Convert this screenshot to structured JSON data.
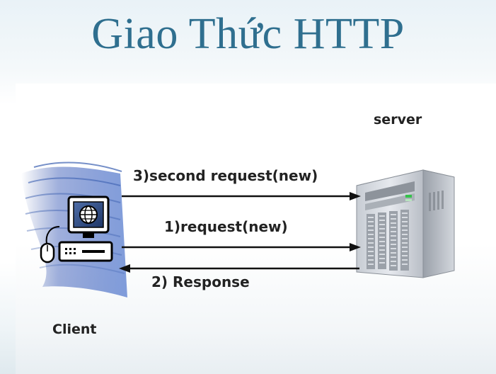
{
  "title": "Giao Thức HTTP",
  "nodes": {
    "server_label": "server",
    "client_label": "Client"
  },
  "arrows": {
    "second_request": "3)second request(new)",
    "request": "1)request(new)",
    "response": "2) Response"
  },
  "colors": {
    "title": "#2f6f8f",
    "arrow": "#111111",
    "swoosh": "#3b5fb0"
  },
  "icons": [
    "client-computer-icon",
    "server-tower-icon",
    "globe-icon",
    "mouse-icon"
  ]
}
